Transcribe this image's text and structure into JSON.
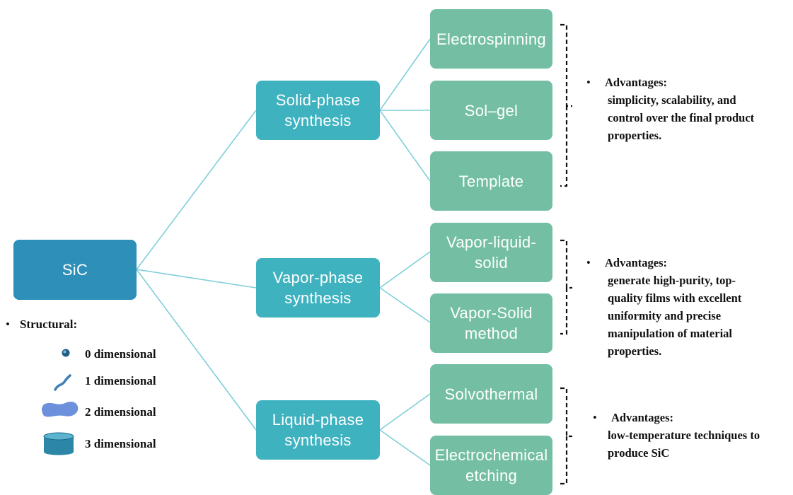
{
  "root": {
    "label": "SiC"
  },
  "methods": [
    {
      "label": "Solid-phase synthesis",
      "techniques": [
        "Electrospinning",
        "Sol–gel",
        "Template"
      ],
      "advantages_heading": "Advantages:",
      "advantages_text": "simplicity, scalability, and\ncontrol over the final product\nproperties."
    },
    {
      "label": "Vapor-phase synthesis",
      "techniques": [
        "Vapor-liquid-solid",
        "Vapor-Solid method"
      ],
      "advantages_heading": "Advantages:",
      "advantages_text": "generate high-purity, top-\nquality films with excellent\nuniformity and precise\nmanipulation of material\nproperties."
    },
    {
      "label": "Liquid-phase synthesis",
      "techniques": [
        "Solvothermal",
        "Electrochemical etching"
      ],
      "advantages_heading": "Advantages:",
      "advantages_text": "low-temperature techniques to\nproduce SiC"
    }
  ],
  "structural": {
    "title": "Structural:",
    "items": [
      {
        "label": "0 dimensional",
        "icon": "sphere-icon"
      },
      {
        "label": "1 dimensional",
        "icon": "wire-icon"
      },
      {
        "label": "2 dimensional",
        "icon": "sheet-icon"
      },
      {
        "label": "3 dimensional",
        "icon": "cylinder-icon"
      }
    ]
  },
  "colors": {
    "root": "#2e8fb8",
    "method": "#3fb2c0",
    "technique": "#74bfa4",
    "connector": "#7fcfd8"
  }
}
